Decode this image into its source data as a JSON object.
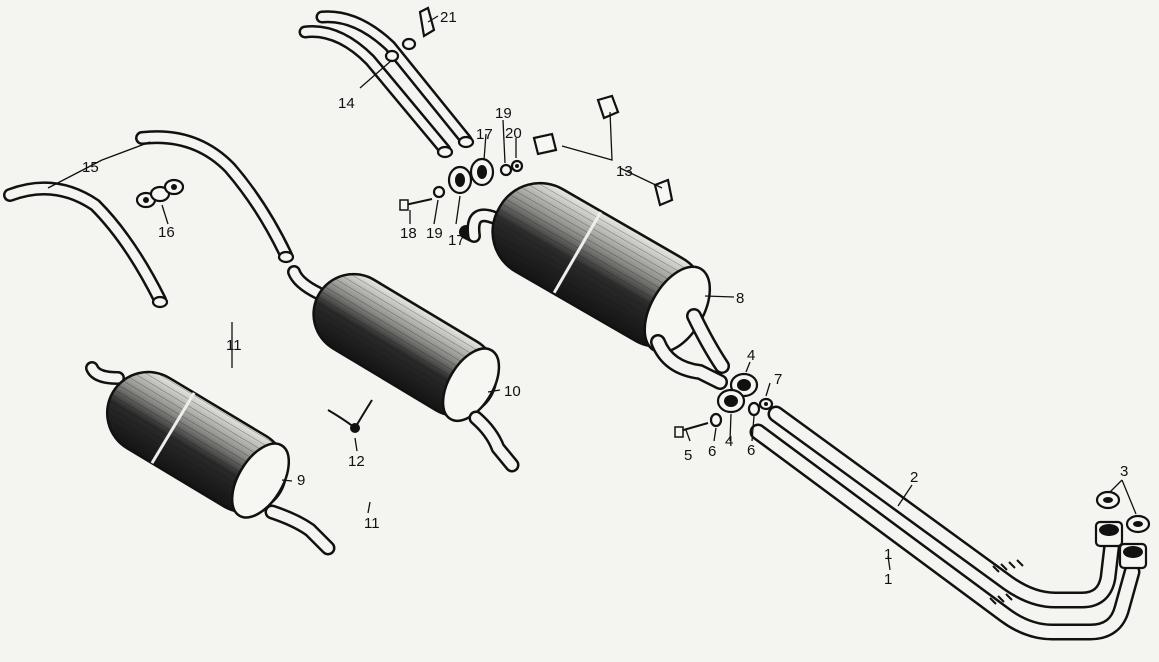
{
  "callouts": {
    "c1": "1",
    "c1b": "1",
    "c2": "2",
    "c3": "3",
    "c4a": "4",
    "c4b": "4",
    "c5": "5",
    "c6a": "6",
    "c6b": "6",
    "c7": "7",
    "c8": "8",
    "c9": "9",
    "c10": "10",
    "c11a": "11",
    "c11b": "11",
    "c12": "12",
    "c13": "13",
    "c14": "14",
    "c15": "15",
    "c16": "16",
    "c17a": "17",
    "c17b": "17",
    "c18": "18",
    "c19a": "19",
    "c19b": "19",
    "c20": "20",
    "c21": "21"
  },
  "colors": {
    "ink": "#111111",
    "paper": "#f4f4f1"
  }
}
